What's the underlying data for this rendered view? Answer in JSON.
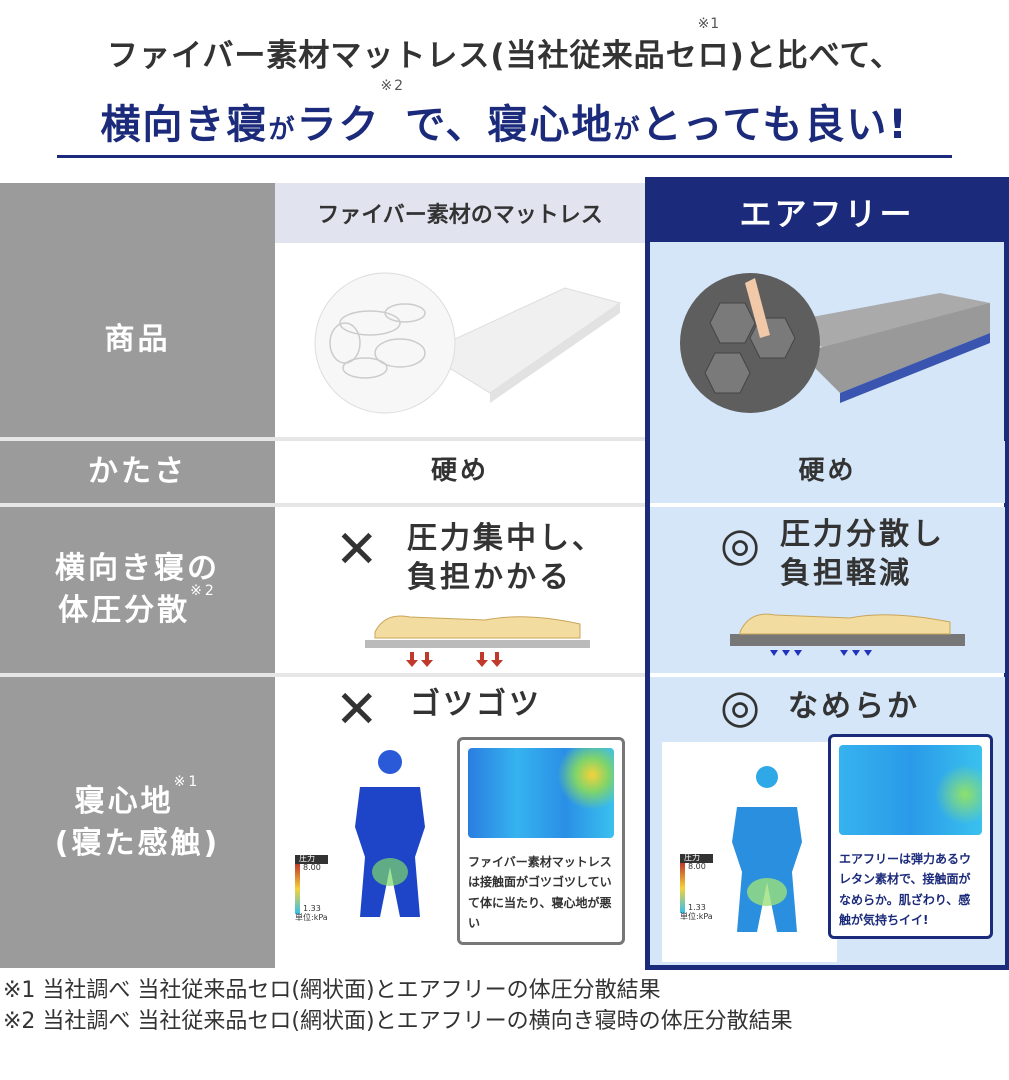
{
  "headline": {
    "line1a": "ファイバー素材マットレス(当社従来品セ",
    "line1b": "ロ",
    "line1sup": "※1",
    "line1c": ")と比べて、",
    "line2a": "横向き寝",
    "line2b": "が",
    "line2c": "ラク",
    "line2sup": "※2",
    "line2d": "で、寝心地",
    "line2e": "が",
    "line2f": "とっても良い!"
  },
  "columns": {
    "fiber": "ファイバー素材のマットレス",
    "airfree": "エアフリー"
  },
  "rows": {
    "product": {
      "label": "商品"
    },
    "hardness": {
      "label": "かたさ",
      "fiber": "硬め",
      "airfree": "硬め"
    },
    "side": {
      "label1": "横向き寝の",
      "label2": "体圧分散",
      "label_sup": "※2",
      "fiber_mark": "✕",
      "fiber1": "圧力集中し、",
      "fiber2": "負担かかる",
      "airfree_mark": "◎",
      "airfree1": "圧力分散し",
      "airfree2": "負担軽減"
    },
    "comfort": {
      "label1": "寝心地",
      "label_sup": "※1",
      "label2": "(寝た感触)",
      "fiber_mark": "✕",
      "fiber": "ゴツゴツ",
      "airfree_mark": "◎",
      "airfree": "なめらか",
      "fiber_note": "ファイバー素材マットレスは接触面がゴツゴツしていて体に当たり、寝心地が悪い",
      "airfree_note": "エアフリーは弾力あるウレタン素材で、接触面がなめらか。肌ざわり、感触が気持ちイイ!",
      "scale": {
        "title": "圧力",
        "max": "8.00",
        "min": "1.33",
        "unit": "単位:kPa"
      }
    }
  },
  "footnotes": [
    "※1 当社調べ 当社従来品セロ(網状面)とエアフリーの体圧分散結果",
    "※2 当社調べ 当社従来品セロ(網状面)とエアフリーの横向き寝時の体圧分散結果"
  ],
  "colors": {
    "navy": "#1b2a7a",
    "label_gray": "#9b9b9b",
    "airfree_bg": "#d4e6f8",
    "arrow_red": "#c0392b"
  }
}
